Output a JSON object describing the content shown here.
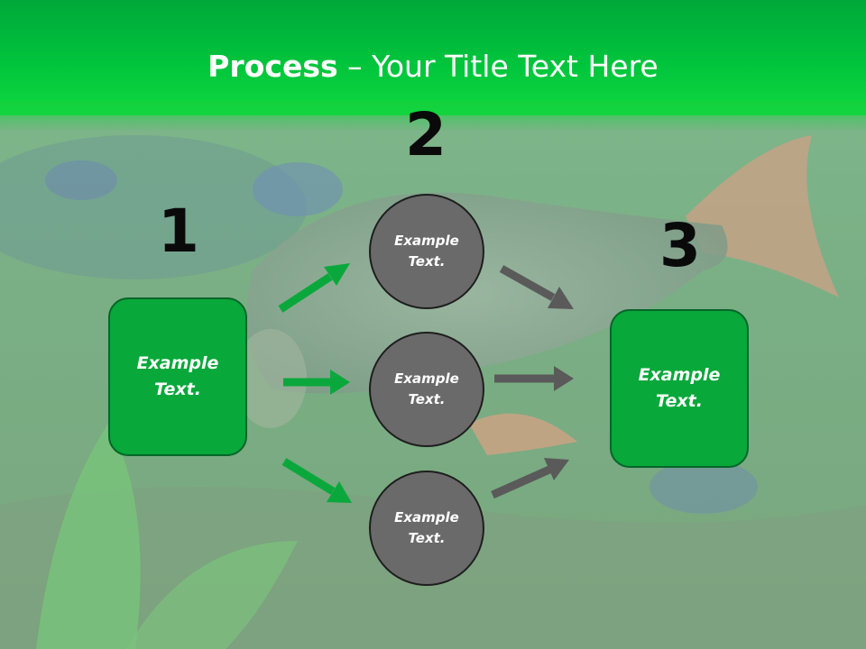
{
  "title": {
    "bold": "Process",
    "rest": " – Your Title Text Here"
  },
  "steps": {
    "one": "1",
    "two": "2",
    "three": "3"
  },
  "boxes": {
    "left": "Example\nText.",
    "right": "Example\nText."
  },
  "circles": {
    "top": "Example\nText.",
    "middle": "Example\nText.",
    "bottom": "Example\nText."
  },
  "colors": {
    "header": "#00c43c",
    "box": "#08a83a",
    "circle": "#6a6a6a",
    "green_arrow": "#0aa83c",
    "gray_arrow": "#5a5a5a"
  }
}
